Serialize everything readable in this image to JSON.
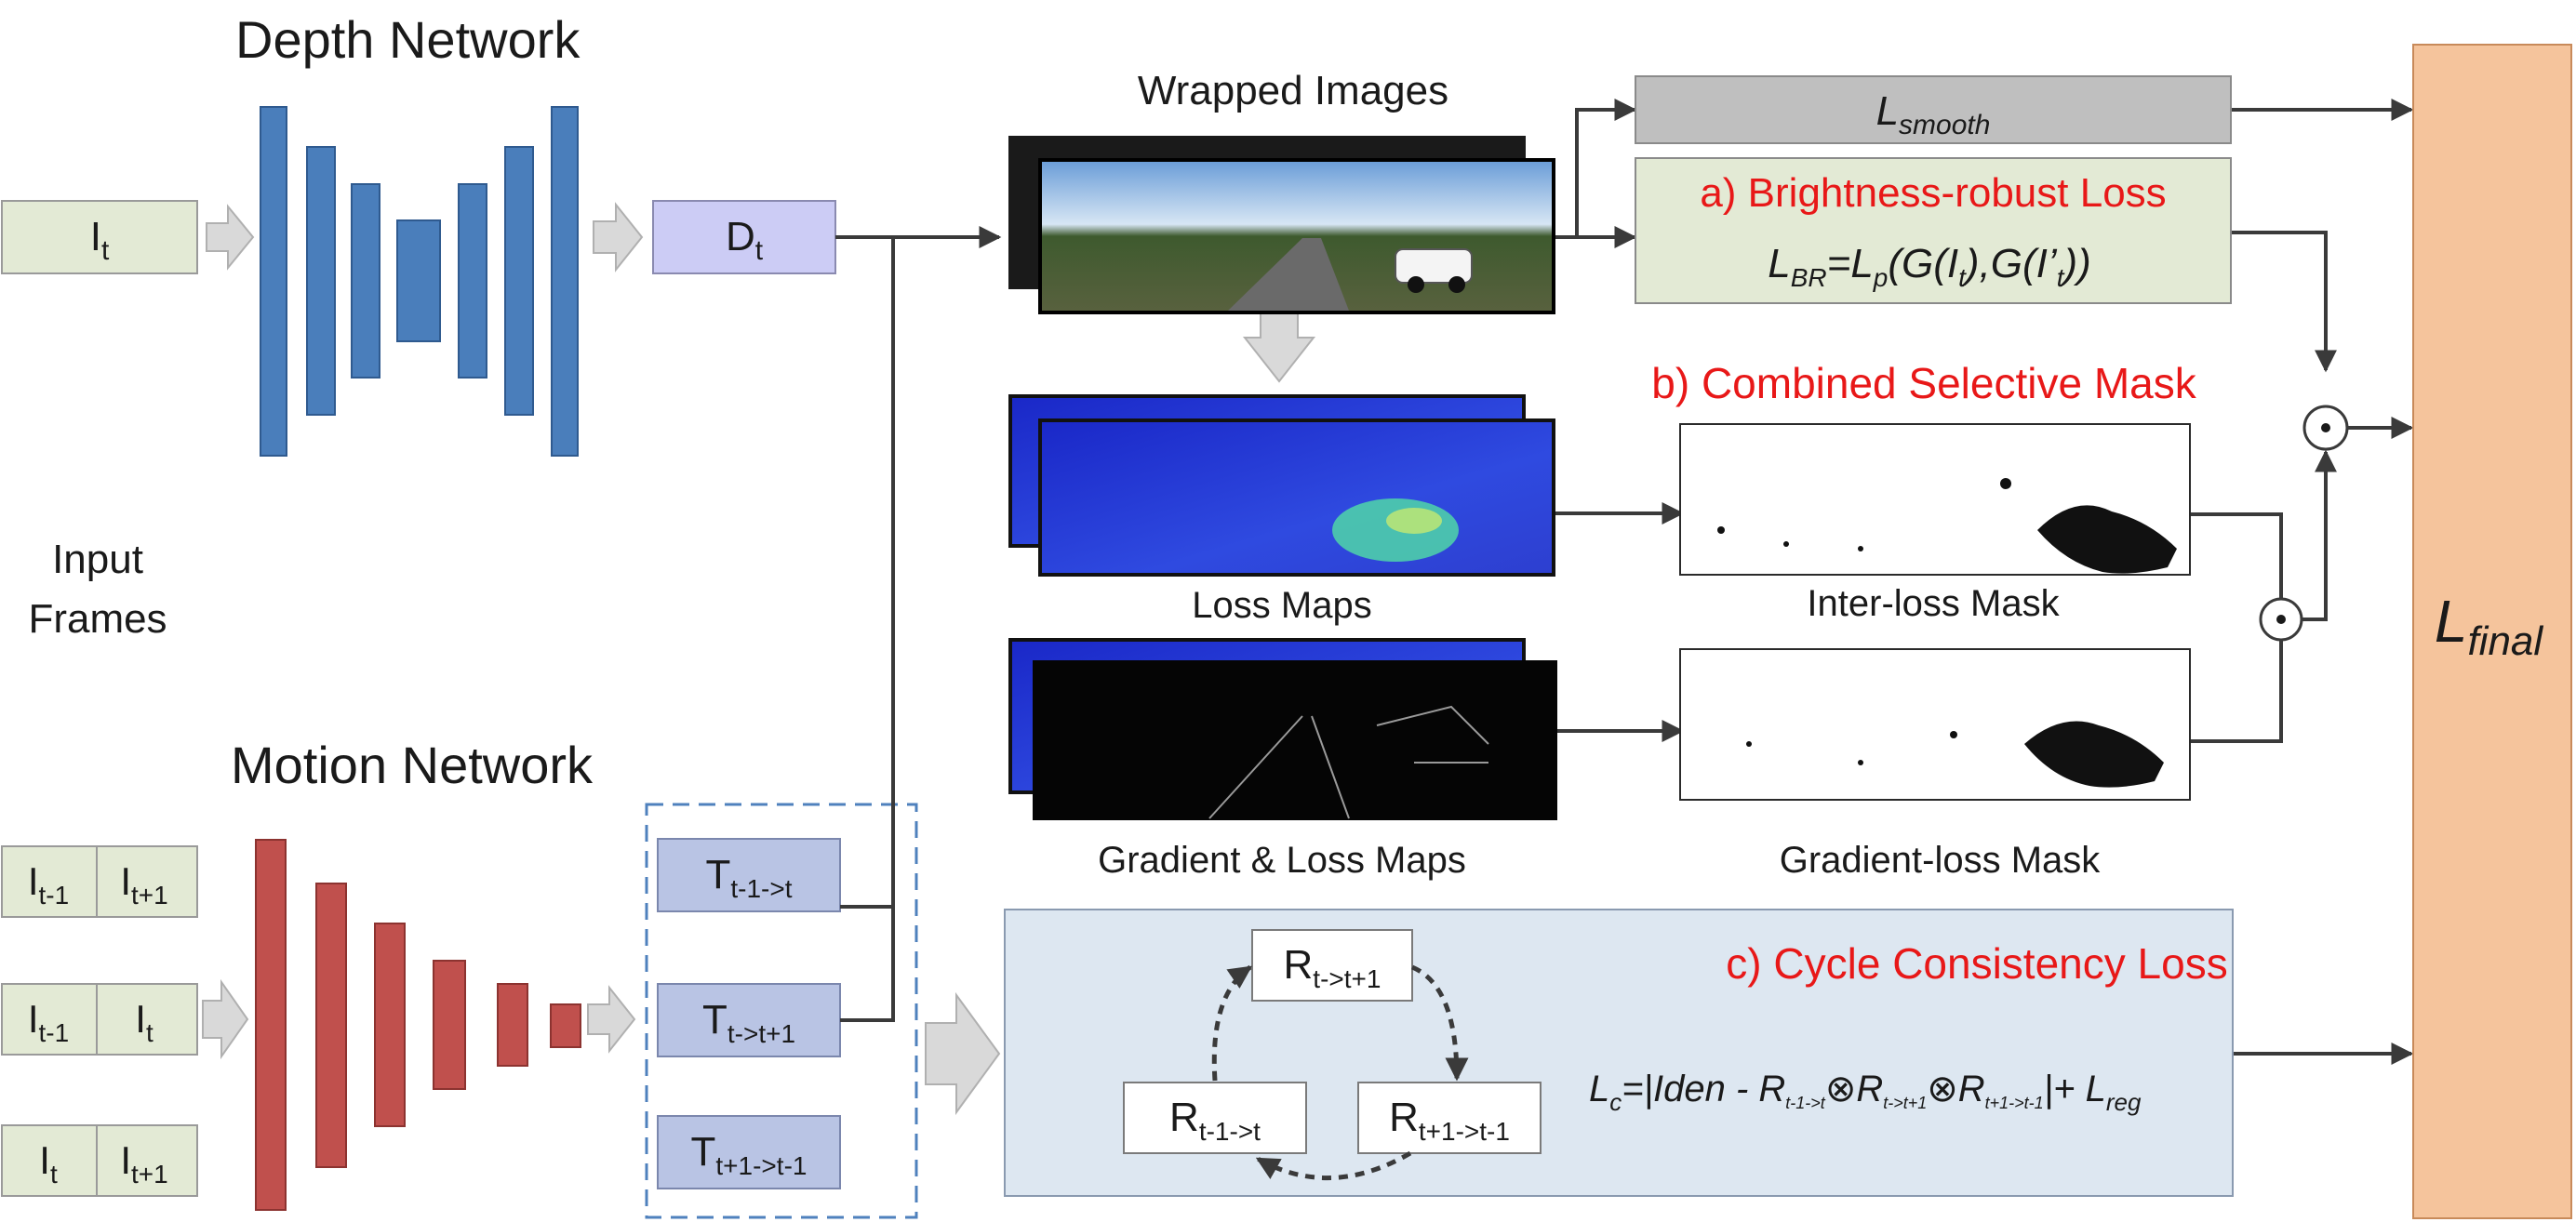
{
  "titles": {
    "depth": "Depth Network",
    "motion": "Motion Network",
    "input_frames_1": "Input",
    "input_frames_2": "Frames"
  },
  "inputs": {
    "it": {
      "base": "I",
      "sub": "t"
    },
    "row1": [
      {
        "base": "I",
        "sub": "t-1"
      },
      {
        "base": "I",
        "sub": "t+1"
      }
    ],
    "row2": [
      {
        "base": "I",
        "sub": "t-1"
      },
      {
        "base": "I",
        "sub": "t"
      }
    ],
    "row3": [
      {
        "base": "I",
        "sub": "t"
      },
      {
        "base": "I",
        "sub": "t+1"
      }
    ]
  },
  "depth_output": {
    "base": "D",
    "sub": "t"
  },
  "motion_outputs": [
    {
      "base": "T",
      "sub": "t-1->t"
    },
    {
      "base": "T",
      "sub": "t->t+1"
    },
    {
      "base": "T",
      "sub": "t+1->t-1"
    }
  ],
  "image_labels": {
    "wrapped": "Wrapped Images",
    "loss_maps": "Loss Maps",
    "grad_loss_maps": "Gradient & Loss Maps",
    "inter_mask": "Inter-loss Mask",
    "grad_mask": "Gradient-loss Mask"
  },
  "losses": {
    "smooth": {
      "base": "L",
      "sub": "smooth"
    },
    "br_title": "a) Brightness-robust Loss",
    "br_formula": {
      "l": "L",
      "l_sub": "BR",
      "eq": "=",
      "lp": "L",
      "lp_sub": "p",
      "mid1": "(G(I",
      "mid_sub1": "t",
      "mid2": "),G(I’",
      "mid_sub2": "t",
      "end": "))"
    },
    "mask_title": "b) Combined Selective Mask",
    "cycle_title": "c) Cycle Consistency Loss",
    "final": {
      "base": "L",
      "sub": "final"
    }
  },
  "cycle": {
    "nodes": [
      {
        "base": "R",
        "sub": "t->t+1"
      },
      {
        "base": "R",
        "sub": "t-1->t"
      },
      {
        "base": "R",
        "sub": "t+1->t-1"
      }
    ],
    "formula": {
      "l": "L",
      "l_sub": "c",
      "p1": "=|",
      "iden": "Iden - ",
      "r": "R",
      "s1": "t-1->t",
      "s2": "t->t+1",
      "s3": "t+1->t-1",
      "otimes": "⊗",
      "close": "|+ ",
      "lreg": "L",
      "lreg_sub": "reg"
    }
  },
  "operators": {
    "odot": "⊙"
  },
  "colors": {
    "input_fill": "#e3ead5",
    "depth_blue": "#4a7ebb",
    "motion_red": "#c0504d",
    "dt_fill": "#ccccf5",
    "t_fill": "#b9c4e4",
    "smooth_fill": "#bfbfbf",
    "br_fill": "#e3ead5",
    "cycle_fill": "#dde7f1",
    "final_fill": "#f5c49c",
    "dash_blue": "#4f81bd",
    "title_red": "#e81818"
  }
}
